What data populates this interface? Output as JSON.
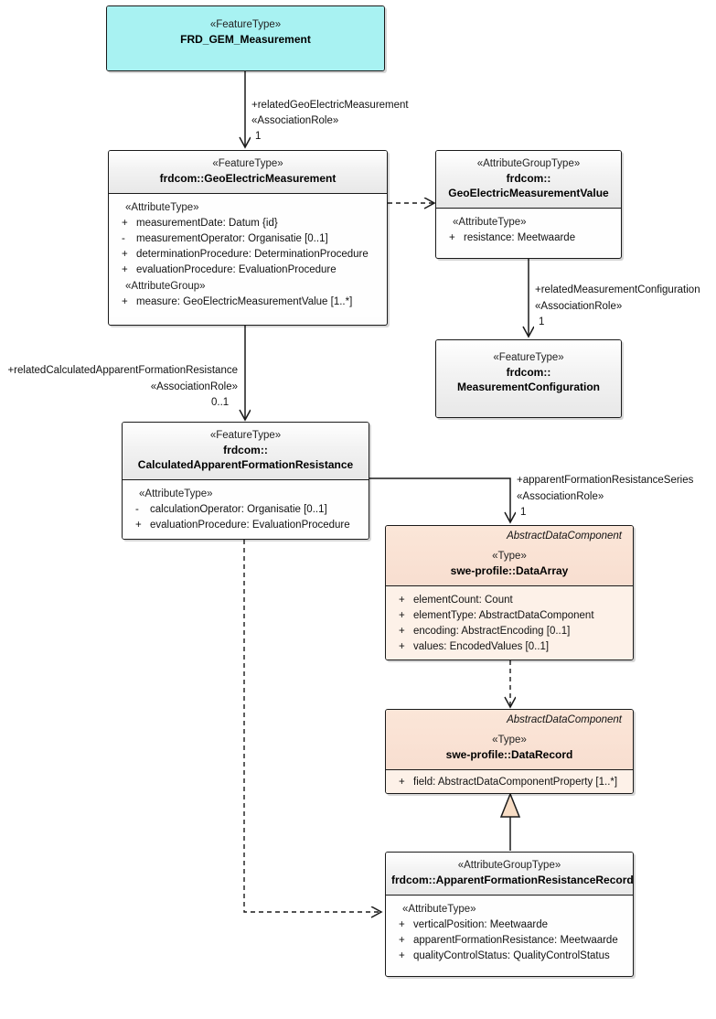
{
  "diagram": {
    "kind": "uml-class-diagram",
    "colors": {
      "featuretype_fill": "#fdfdfd",
      "featuretype_header": "#eeeeee",
      "root_fill": "#a8f2f2",
      "type_fill": "#fdf1e8",
      "type_header": "#fbe6d8",
      "line": "#1a1a1a"
    }
  },
  "classes": {
    "root": {
      "stereotype": "«FeatureType»",
      "name": "FRD_GEM_Measurement"
    },
    "geoElectricMeasurement": {
      "stereotype": "«FeatureType»",
      "name": "frdcom::GeoElectricMeasurement",
      "groups": [
        {
          "label": "«AttributeType»",
          "attributes": [
            {
              "visibility": "+",
              "text": "measurementDate: Datum {id}"
            },
            {
              "visibility": "-",
              "text": "measurementOperator: Organisatie [0..1]"
            },
            {
              "visibility": "+",
              "text": "determinationProcedure: DeterminationProcedure"
            },
            {
              "visibility": "+",
              "text": "evaluationProcedure: EvaluationProcedure"
            }
          ]
        },
        {
          "label": "«AttributeGroup»",
          "attributes": [
            {
              "visibility": "+",
              "text": "measure: GeoElectricMeasurementValue [1..*]"
            }
          ]
        }
      ]
    },
    "geoElectricMeasurementValue": {
      "stereotype": "«AttributeGroupType»",
      "name_line1": "frdcom::",
      "name_line2": "GeoElectricMeasurementValue",
      "groups": [
        {
          "label": "«AttributeType»",
          "attributes": [
            {
              "visibility": "+",
              "text": "resistance: Meetwaarde"
            }
          ]
        }
      ]
    },
    "measurementConfiguration": {
      "stereotype": "«FeatureType»",
      "name_line1": "frdcom::",
      "name_line2": "MeasurementConfiguration"
    },
    "calculatedApparentFormationResistance": {
      "stereotype": "«FeatureType»",
      "name_line1": "frdcom::",
      "name_line2": "CalculatedApparentFormationResistance",
      "groups": [
        {
          "label": "«AttributeType»",
          "attributes": [
            {
              "visibility": "-",
              "text": "calculationOperator: Organisatie [0..1]"
            },
            {
              "visibility": "+",
              "text": "evaluationProcedure: EvaluationProcedure"
            }
          ]
        }
      ]
    },
    "dataArray": {
      "abstract_parent": "AbstractDataComponent",
      "stereotype": "«Type»",
      "name": "swe-profile::DataArray",
      "groups": [
        {
          "label": "",
          "attributes": [
            {
              "visibility": "+",
              "text": "elementCount: Count"
            },
            {
              "visibility": "+",
              "text": "elementType: AbstractDataComponent"
            },
            {
              "visibility": "+",
              "text": "encoding: AbstractEncoding [0..1]"
            },
            {
              "visibility": "+",
              "text": "values: EncodedValues [0..1]"
            }
          ]
        }
      ]
    },
    "dataRecord": {
      "abstract_parent": "AbstractDataComponent",
      "stereotype": "«Type»",
      "name": "swe-profile::DataRecord",
      "groups": [
        {
          "label": "",
          "attributes": [
            {
              "visibility": "+",
              "text": "field: AbstractDataComponentProperty [1..*]"
            }
          ]
        }
      ]
    },
    "apparentFormationResistanceRecord": {
      "stereotype": "«AttributeGroupType»",
      "name": "frdcom::ApparentFormationResistanceRecord",
      "groups": [
        {
          "label": "«AttributeType»",
          "attributes": [
            {
              "visibility": "+",
              "text": "verticalPosition: Meetwaarde"
            },
            {
              "visibility": "+",
              "text": "apparentFormationResistance: Meetwaarde"
            },
            {
              "visibility": "+",
              "text": "qualityControlStatus: QualityControlStatus"
            }
          ]
        }
      ]
    }
  },
  "edges": {
    "relatedGeoElectricMeasurement": {
      "role": "+relatedGeoElectricMeasurement",
      "stereotype": "«AssociationRole»",
      "multiplicity": "1"
    },
    "relatedMeasurementConfiguration": {
      "role": "+relatedMeasurementConfiguration",
      "stereotype": "«AssociationRole»",
      "multiplicity": "1"
    },
    "relatedCalculatedApparentFormationResistance": {
      "role": "+relatedCalculatedApparentFormationResistance",
      "stereotype": "«AssociationRole»",
      "multiplicity": "0..1"
    },
    "apparentFormationResistanceSeries": {
      "role": "+apparentFormationResistanceSeries",
      "stereotype": "«AssociationRole»",
      "multiplicity": "1"
    }
  }
}
